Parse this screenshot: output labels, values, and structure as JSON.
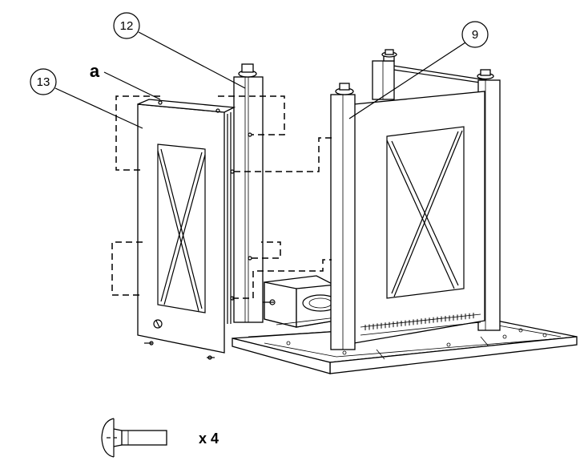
{
  "callouts": {
    "part_12": "12",
    "part_9": "9",
    "part_13": "13",
    "detail_a": "a"
  },
  "hardware": {
    "quantity_label": "x 4",
    "icon": "bolt-icon"
  }
}
